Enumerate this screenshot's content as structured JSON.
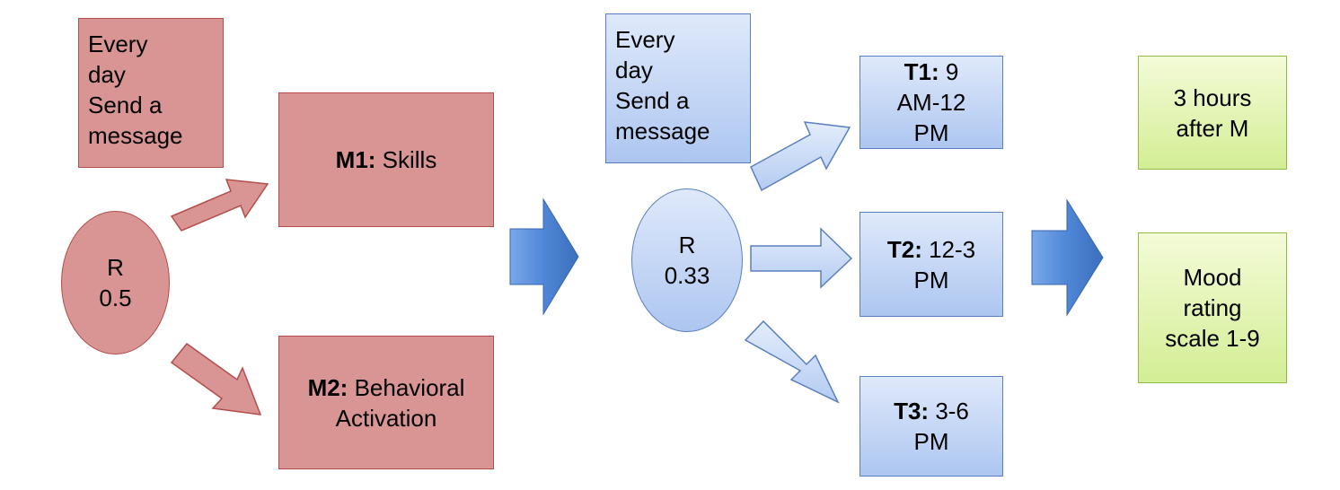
{
  "left": {
    "note": [
      "Every",
      "day",
      "Send a",
      "message"
    ],
    "randomizer": {
      "label": "R",
      "value": "0.5"
    },
    "m1": {
      "bold": "M1:",
      "text": " Skills"
    },
    "m2": {
      "bold": "M2:",
      "text": " Behavioral",
      "line2": "Activation"
    }
  },
  "right": {
    "note": [
      "Every",
      "day",
      "Send a",
      "message"
    ],
    "randomizer": {
      "label": "R",
      "value": "0.33"
    },
    "t1": {
      "bold": "T1:",
      "text": " 9",
      "line2": "AM-12",
      "line3": "PM"
    },
    "t2": {
      "bold": "T2:",
      "text": " 12-3",
      "line2": "PM"
    },
    "t3": {
      "bold": "T3:",
      "text": " 3-6",
      "line2": "PM"
    }
  },
  "outcome": {
    "delay": [
      "3 hours",
      "after M"
    ],
    "rating": [
      "Mood",
      "rating",
      "scale 1-9"
    ]
  },
  "colors": {
    "red_fill": "#d99594",
    "blue_fill": "#adc6f0",
    "green_fill": "#d3ee95",
    "big_arrow": "#4f86d6"
  }
}
